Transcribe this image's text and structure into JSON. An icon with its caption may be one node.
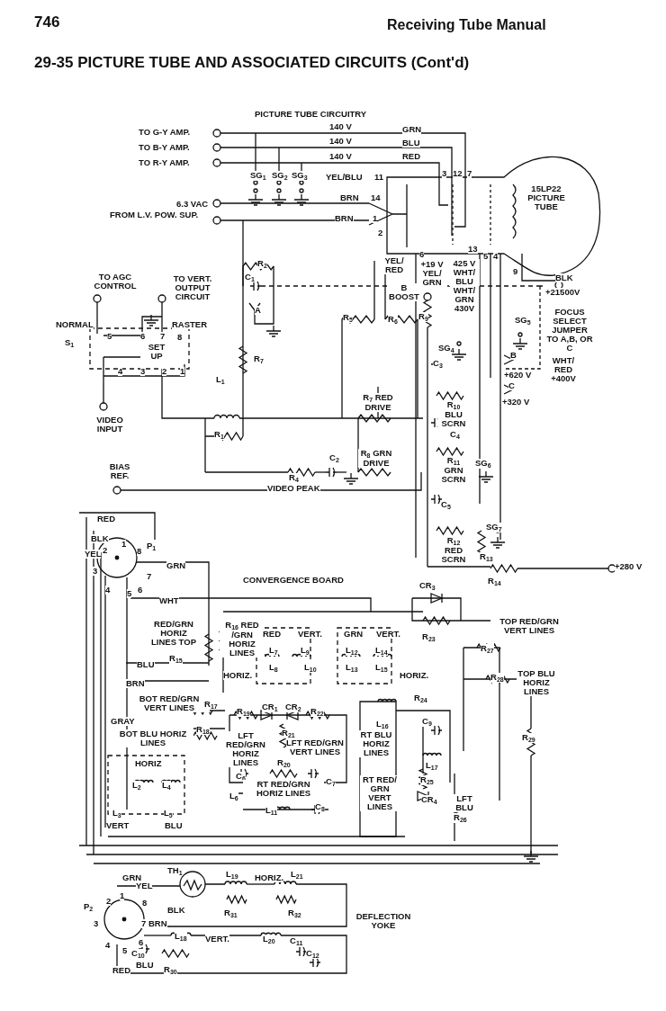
{
  "diagram": {
    "title": "29-35 PICTURE TUBE AND ASSOCIATED CIRCUITS (Cont'd)",
    "labels": [
      "746",
      "Receiving Tube Manual",
      "PICTURE TUBE CIRCUITRY",
      "TO G-Y AMP.",
      "TO B-Y AMP.",
      "TO R-Y AMP.",
      "140 V",
      "140 V",
      "140 V",
      "GRN",
      "BLU",
      "RED",
      "SG$_{1}$",
      "SG$_{2}$",
      "SG$_{3}$",
      "YEL/BLU",
      "11",
      "BRN",
      "14",
      "6.3 VAC",
      "FROM L.V. POW. SUP.",
      "BRN",
      "1",
      "2",
      "3",
      "12",
      "7",
      "15LP22 PICTURE TUBE",
      "YEL/ RED",
      "6",
      "+19 V YEL/ GRN",
      "13",
      "425 V WHT/ BLU",
      "5",
      "4",
      "9",
      "BLK",
      "+21500V",
      "B BOOST",
      "WHT/ GRN 430V",
      "FOCUS SELECT JUMPER TO A,B, OR C",
      "R$_{9}$",
      "SG$_{5}$",
      "SG$_{4}$",
      "C$_{3}$",
      "B",
      "+620 V",
      "WHT/ RED +400V",
      "C",
      "+320 V",
      "R$_{10}$ BLU SCRN",
      "C$_{4}$",
      "R$_{11}$ GRN SCRN",
      "SG$_{6}$",
      "C$_{5}$",
      "SG$_{7}$",
      "R$_{12}$ RED SCRN",
      "R$_{13}$",
      "R$_{14}$",
      "+280 V",
      "TO AGC CONTROL",
      "TO VERT. OUTPUT CIRCUIT",
      "R$_{2}$",
      "C$_{1}$",
      "A",
      "NORMAL",
      "RASTER",
      "S$_{1}$",
      "5",
      "6",
      "7",
      "8",
      "SET UP",
      "4",
      "3",
      "2",
      "1",
      "R$_{7}$",
      "L$_{1}$",
      "R$_{5}$",
      "R$_{6}$",
      "VIDEO INPUT",
      "R$_{1}$",
      "R$_{7}$ RED DRIVE",
      "C$_{2}$",
      "R$_{4}$",
      "VIDEO PEAK",
      "R$_{8}$ GRN DRIVE",
      "BIAS REF.",
      "RED",
      "BLK",
      "YEL",
      "2",
      "1",
      "8",
      "P$_{1}$",
      "3",
      "7",
      "4",
      "5",
      "6",
      "GRN",
      "WHT",
      "CONVERGENCE BOARD",
      "CR$_{3}$",
      "R$_{23}$",
      "TOP RED/GRN VERT LINES",
      "RED/GRN HORIZ LINES TOP",
      "R$_{15}$",
      "R$_{16}$ RED /GRN HORIZ LINES",
      "RED",
      "VERT.",
      "L$_{7}$",
      "L$_{9}$",
      "L$_{8}$",
      "L$_{10}$",
      "GRN",
      "VERT.",
      "L$_{12}$",
      "L$_{14}$",
      "L$_{13}$",
      "L$_{15}$",
      "HORIZ.",
      "HORIZ.",
      "BLU",
      "BRN",
      "R$_{27}$",
      "R$_{28}$",
      "TOP BLU HORIZ LINES",
      "BOT RED/GRN VERT LINES",
      "R$_{17}$",
      "GRAY",
      "R$_{19}$",
      "CR$_{1}$",
      "CR$_{2}$",
      "R$_{22}$",
      "R$_{24}$",
      "L$_{16}$",
      "C$_{9}$",
      "BOT BLU HORIZ LINES",
      "R$_{18}$",
      "R$_{21}$",
      "LFT RED/GRN VERT LINES",
      "LFT RED/GRN HORIZ LINES",
      "RT BLU HORIZ LINES",
      "R$_{29}$",
      "HORIZ",
      "R$_{20}$",
      "L$_{17}$",
      "C$_{6}$",
      "C$_{7}$",
      "RT RED/GRN HORIZ LINES",
      "R$_{25}$",
      "L$_{2}$",
      "L$_{4}$",
      "CR$_{4}$",
      "RT RED/ GRN VERT LINES",
      "L$_{6}$",
      "L$_{11}$",
      "C$_{8}$",
      "LFT BLU",
      "R$_{26}$",
      "L$_{3}$",
      "VERT",
      "L$_{5}$",
      "BLU",
      "GRN",
      "TH$_{1}$",
      "L$_{19}$",
      "HORIZ.",
      "L$_{21}$",
      "YEL",
      "1",
      "2",
      "8",
      "BLK",
      "P$_{2}$",
      "R$_{31}$",
      "R$_{32}$",
      "DEFLECTION YOKE",
      "3",
      "7",
      "BRN",
      "L$_{18}$",
      "VERT.",
      "L$_{20}$",
      "C$_{11}$",
      "C$_{12}$",
      "4",
      "6",
      "5",
      "C$_{10}$",
      "RED",
      "BLU",
      "R$_{30}$"
    ]
  }
}
